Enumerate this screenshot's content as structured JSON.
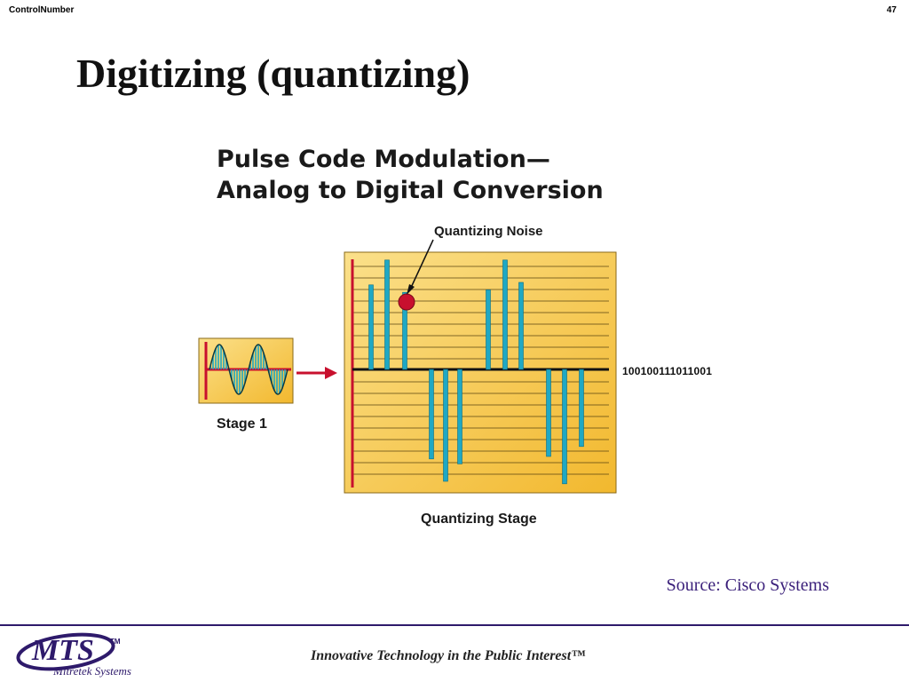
{
  "header": {
    "left": "ControlNumber",
    "right": "47"
  },
  "title": "Digitizing (quantizing)",
  "figure": {
    "title_line1": "Pulse Code Modulation—",
    "title_line2": "Analog to Digital Conversion",
    "callout": "Quantizing Noise",
    "stage1_label": "Stage 1",
    "stage_label": "Quantizing Stage",
    "binary_code": "100100111011001",
    "colors": {
      "panel": "#f6c542",
      "bar": "#1fa8c4",
      "axis_red": "#c8102e",
      "noise_dot": "#c8102e",
      "arrow": "#c8102e"
    },
    "samples": [
      0.68,
      0.88,
      0.62,
      -0.72,
      -0.9,
      -0.76,
      0.64,
      0.88,
      0.7,
      -0.7,
      -0.92,
      -0.62
    ]
  },
  "source": "Source: Cisco Systems",
  "footer": {
    "logo_text": "MTS",
    "logo_tm": "TM",
    "logo_sub": "Mitretek Systems",
    "tagline": "Innovative Technology in the Public Interest™"
  }
}
